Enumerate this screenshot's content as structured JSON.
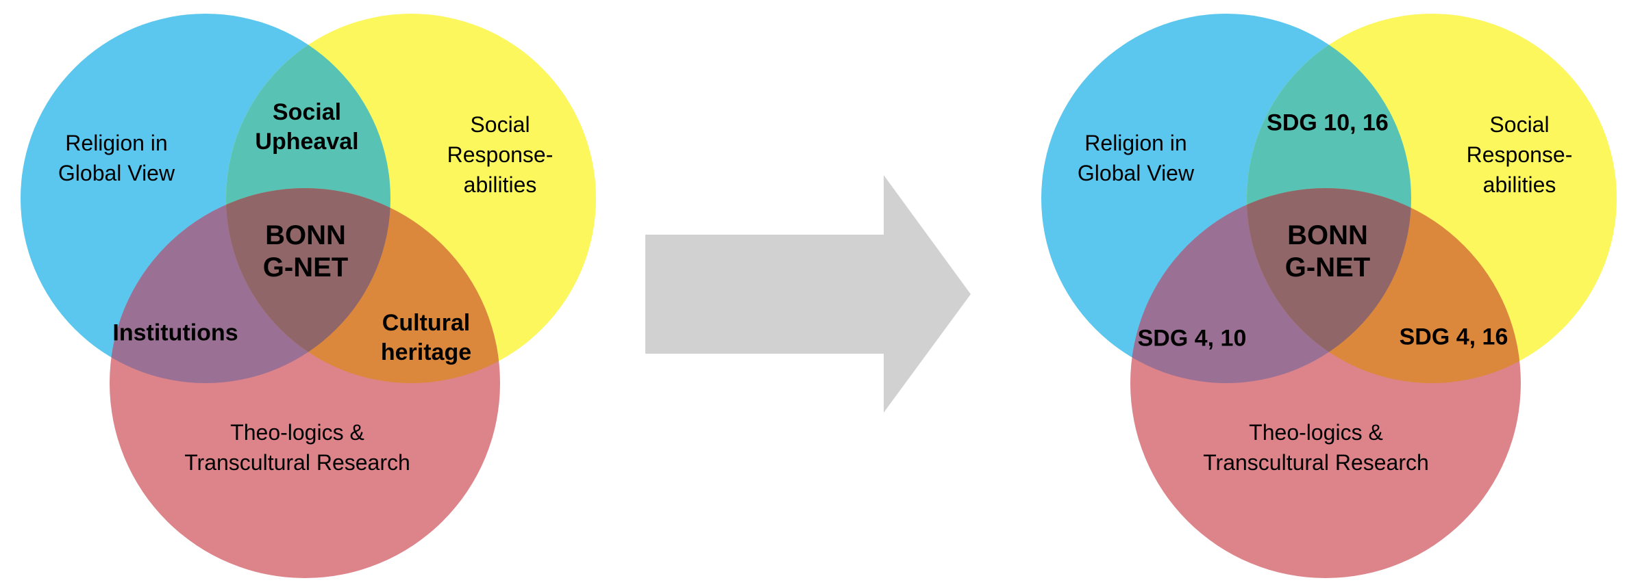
{
  "colors": {
    "blue": "#5BC7EF",
    "yellow": "#FBF75C",
    "red": "#DC848A",
    "teal": "#58C3B4",
    "purple": "#9A7194",
    "orange": "#DC883C",
    "center_region": "#916669",
    "arrow": "#D1D1D1",
    "text": "#000000"
  },
  "left_venn": {
    "circle_labels": {
      "religion": [
        "Religion in",
        "Global View"
      ],
      "responsibilities": [
        "Social",
        "Response-",
        "abilities"
      ],
      "theologics": [
        "Theo-logics &",
        "Transcultural Research"
      ]
    },
    "overlap_labels": {
      "religion_responsibilities": [
        "Social",
        "Upheaval"
      ],
      "religion_theologics": [
        "Institutions"
      ],
      "responsibilities_theologics": [
        "Cultural",
        "heritage"
      ],
      "center": [
        "BONN",
        "G-NET"
      ]
    }
  },
  "right_venn": {
    "circle_labels": {
      "religion": [
        "Religion in",
        "Global View"
      ],
      "responsibilities": [
        "Social",
        "Response-",
        "abilities"
      ],
      "theologics": [
        "Theo-logics &",
        "Transcultural Research"
      ]
    },
    "overlap_labels": {
      "religion_responsibilities": [
        "SDG 10, 16"
      ],
      "religion_theologics": [
        "SDG 4, 10"
      ],
      "responsibilities_theologics": [
        "SDG 4, 16"
      ],
      "center": [
        "BONN",
        "G-NET"
      ]
    }
  },
  "arrow": {
    "icon": "right-arrow"
  }
}
